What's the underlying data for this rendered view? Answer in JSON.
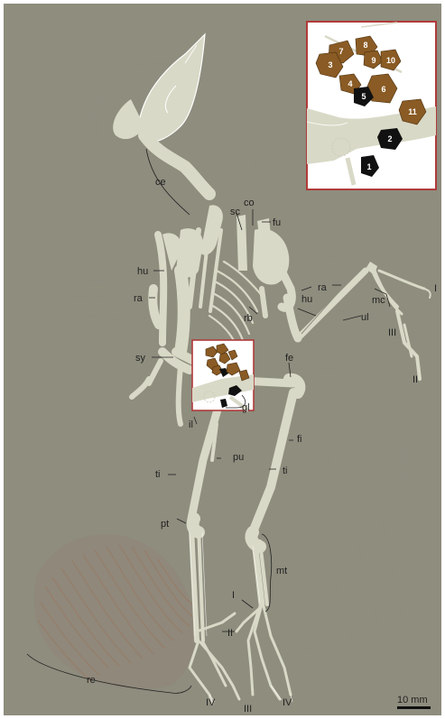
{
  "colors": {
    "background": "#8e8d7e",
    "bone": "#d9d9c7",
    "outline": "#ffffff",
    "gastrolith_brown": "#8a5b24",
    "gastrolith_black": "#111111",
    "inset_frame": "#b03a3a",
    "remige_brown": "#9a7a62"
  },
  "labels": {
    "ce": "ce",
    "co": "co",
    "sc": "sc",
    "fu": "fu",
    "hu_left": "hu",
    "hu_right": "hu",
    "ra_left": "ra",
    "ra_right": "ra",
    "mc": "mc",
    "digit_I_wing": "I",
    "digit_III_wing": "III",
    "digit_II_wing": "II",
    "ul": "ul",
    "rb": "rb",
    "sy": "sy",
    "fe": "fe",
    "gl": "gl",
    "il": "il",
    "fi": "fi",
    "pu": "pu",
    "ti_left": "ti",
    "ti_right": "ti",
    "pt": "pt",
    "mt": "mt",
    "digit_I_foot": "I",
    "digit_II_foot": "II",
    "digit_IV_left": "IV",
    "digit_III_foot": "III",
    "digit_IV_right": "IV",
    "re": "re"
  },
  "inset": {
    "gastroliths": [
      "1",
      "2",
      "3",
      "4",
      "5",
      "6",
      "7",
      "8",
      "9",
      "10",
      "11"
    ]
  },
  "scale_bar": {
    "label": "10 mm"
  }
}
